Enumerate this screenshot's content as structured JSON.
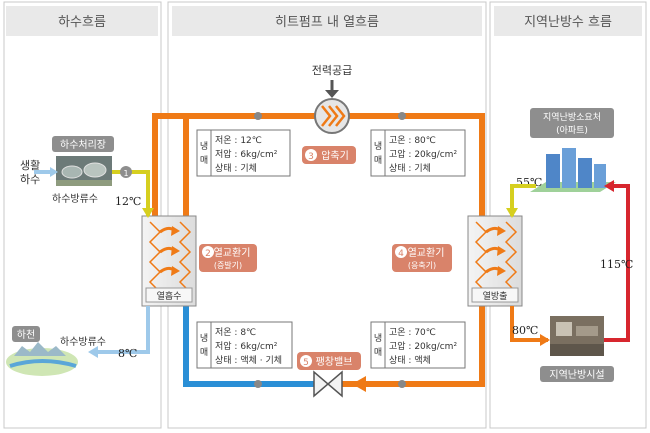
{
  "sections": {
    "left": "하수흐름",
    "middle": "히트펌프 내 열흐름",
    "right": "지역난방수 흐름"
  },
  "left": {
    "treatment_plant": "하수처리장",
    "domestic_sewage_line1": "생활",
    "domestic_sewage_line2": "하수",
    "effluent_label": "하수방류수",
    "temp_in": "12℃",
    "river": "하천",
    "effluent_out_label": "하수방류수",
    "temp_out": "8℃"
  },
  "center": {
    "power_supply": "전력공급",
    "compressor": "압축기",
    "expansion_valve": "팽창밸브",
    "evaporator_title": "열교환기",
    "evaporator_sub": "(증발기)",
    "condenser_title": "열교환기",
    "condenser_sub": "(응축기)",
    "heat_absorb": "열흡수",
    "heat_release": "열방출",
    "refrigerant_tag": "냉매"
  },
  "steps": [
    "1",
    "2",
    "3",
    "4",
    "5"
  ],
  "states": {
    "top_left": [
      "저온 : 12℃",
      "저압 : 6kg/cm²",
      "상태 : 기체"
    ],
    "top_right": [
      "고온 : 80℃",
      "고압 : 20kg/cm²",
      "상태 : 기체"
    ],
    "bottom_left": [
      "저온 : 8℃",
      "저압 : 6kg/cm²",
      "상태 : 액체 · 기체"
    ],
    "bottom_right": [
      "고온 : 70℃",
      "고압 : 20kg/cm²",
      "상태 : 액체"
    ]
  },
  "right": {
    "consumer_line1": "지역난방소요처",
    "consumer_line2": "(아파트)",
    "temp_supply": "55℃",
    "temp_hot": "115℃",
    "temp_return": "80℃",
    "facility": "지역난방시설"
  },
  "colors": {
    "hot": "#ef7a16",
    "cold": "#2a8fd6",
    "red": "#d7262e",
    "yellow": "#d6cf1f",
    "label_bg": "#8e8e8e",
    "step_bg": "#d9836a"
  }
}
